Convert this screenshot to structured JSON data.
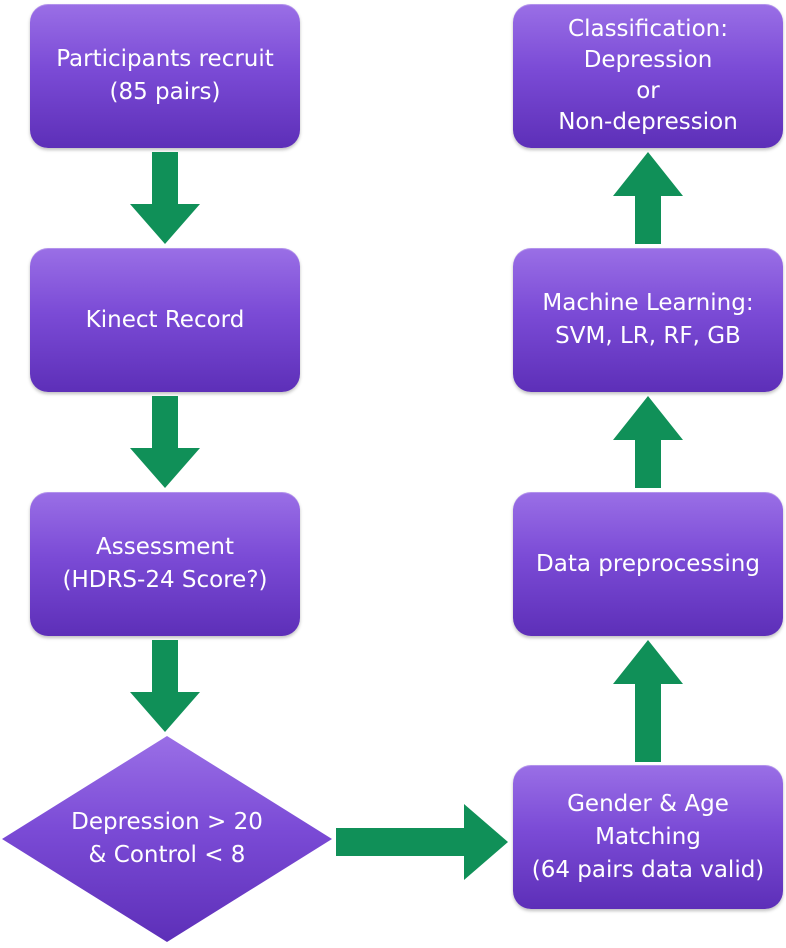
{
  "colors": {
    "node_fill_top": "#9a6fe6",
    "node_fill_bottom": "#5d2fb8",
    "arrow": "#109058",
    "text": "#ffffff"
  },
  "nodes": {
    "recruit": {
      "line1": "Participants recruit",
      "line2": "(85 pairs)"
    },
    "kinect": {
      "line1": "Kinect Record"
    },
    "assessment": {
      "line1": "Assessment",
      "line2": "(HDRS-24 Score?)"
    },
    "decision": {
      "line1": "Depression > 20",
      "line2": "& Control < 8"
    },
    "matching": {
      "line1": "Gender & Age",
      "line2": "Matching",
      "line3": "(64 pairs data valid)"
    },
    "preprocessing": {
      "line1": "Data preprocessing"
    },
    "ml": {
      "line1": "Machine Learning:",
      "line2": "SVM, LR, RF, GB"
    },
    "classification": {
      "line1": "Classification:",
      "line2": "Depression",
      "line3": "or",
      "line4": "Non-depression"
    }
  }
}
